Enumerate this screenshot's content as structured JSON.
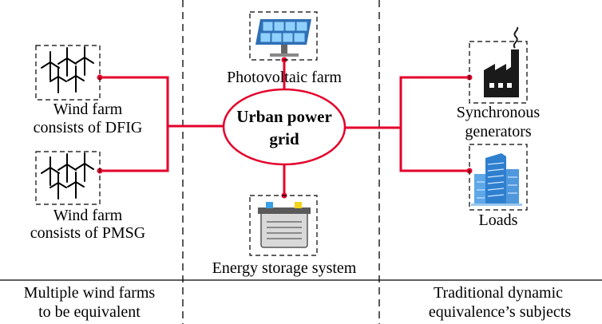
{
  "hub": {
    "line1": "Urban power",
    "line2": "grid"
  },
  "nodes": {
    "wind_dfig": {
      "line1": "Wind farm",
      "line2": "consists of DFIG",
      "icon": "wind-turbines-icon"
    },
    "wind_pmsg": {
      "line1": "Wind farm",
      "line2": "consists of PMSG",
      "icon": "wind-turbines-icon"
    },
    "photovoltaic": {
      "label": "Photovoltaic farm",
      "icon": "solar-panel-icon"
    },
    "storage": {
      "label": "Energy storage system",
      "icon": "battery-icon"
    },
    "synchronous": {
      "line1": "Synchronous",
      "line2": "generators",
      "icon": "factory-icon"
    },
    "loads": {
      "label": "Loads",
      "icon": "buildings-icon"
    }
  },
  "footer": {
    "left": {
      "line1": "Multiple wind farms",
      "line2": "to be equivalent"
    },
    "right": {
      "line1": "Traditional dynamic",
      "line2": "equivalence’s subjects"
    }
  },
  "colors": {
    "connector": "#e4002b",
    "panel": "#4da6e8",
    "battery_body": "#d9d9d9",
    "building": "#2f7fcf"
  }
}
